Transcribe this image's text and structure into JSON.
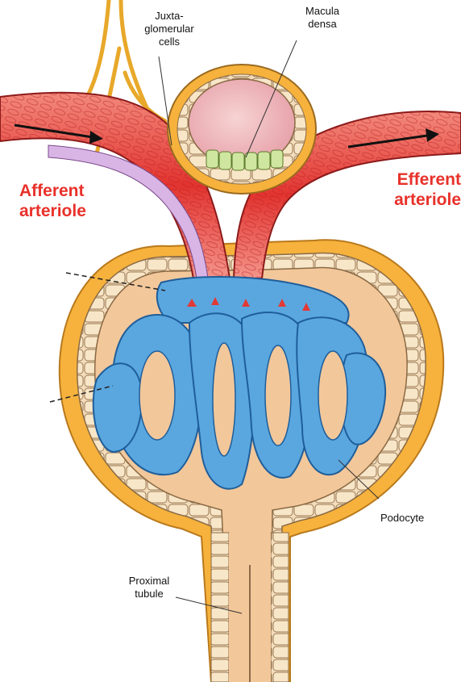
{
  "labels": {
    "juxtaglomerular": "Juxta-\nglomerular\ncells",
    "macula_densa": "Macula\ndensa",
    "afferent": "Afferent\narteriole",
    "efferent": "Efferent\narteriole",
    "podocyte": "Podocyte",
    "proximal_tubule": "Proximal\ntubule"
  },
  "colors": {
    "label_red": "#e8312a",
    "capsule_outer": "#f6b23c",
    "capsule_inner": "#f2c79a",
    "arteriole_red": "#e23a36",
    "capillary_blue": "#5aa7e0",
    "nerve": "#e8a82a",
    "macula_green": "#cfe6a0"
  }
}
